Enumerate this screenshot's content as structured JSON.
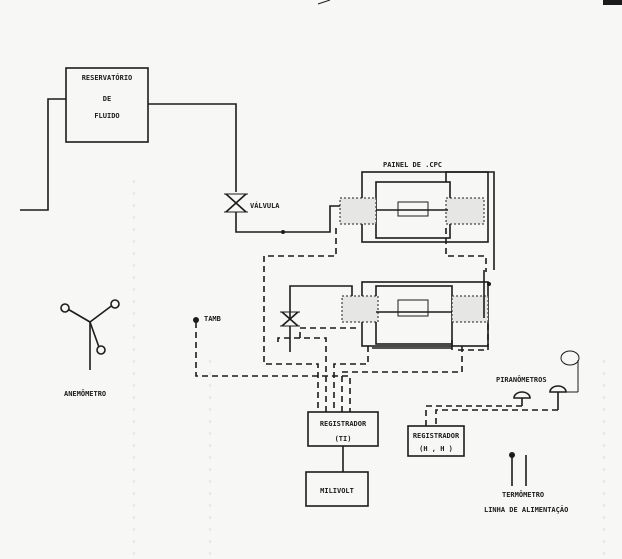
{
  "labels": {
    "reservoir_l1": "RESERVATÓRIO",
    "reservoir_l2": "DE",
    "reservoir_l3": "FLUIDO",
    "valve": "VÁLVULA",
    "panel": "PAINEL DE .CPC",
    "tamb": "TAMB",
    "anemometer": "ANEMÔMETRO",
    "pyranometer": "PIRANÔMETROS",
    "registrator_left_l1": "REGISTRADOR",
    "registrator_left_l2": "(TI)",
    "registrator_right_l1": "REGISTRADOR",
    "registrator_right_l2": "(H , H )",
    "millivolt": "MILIVOLT",
    "thermometer": "TERMÔMETRO",
    "power_line": "LINHA DE ALIMENTAÇÃO"
  },
  "colors": {
    "ink": "#1c1c1c",
    "paper": "#f7f7f5"
  }
}
